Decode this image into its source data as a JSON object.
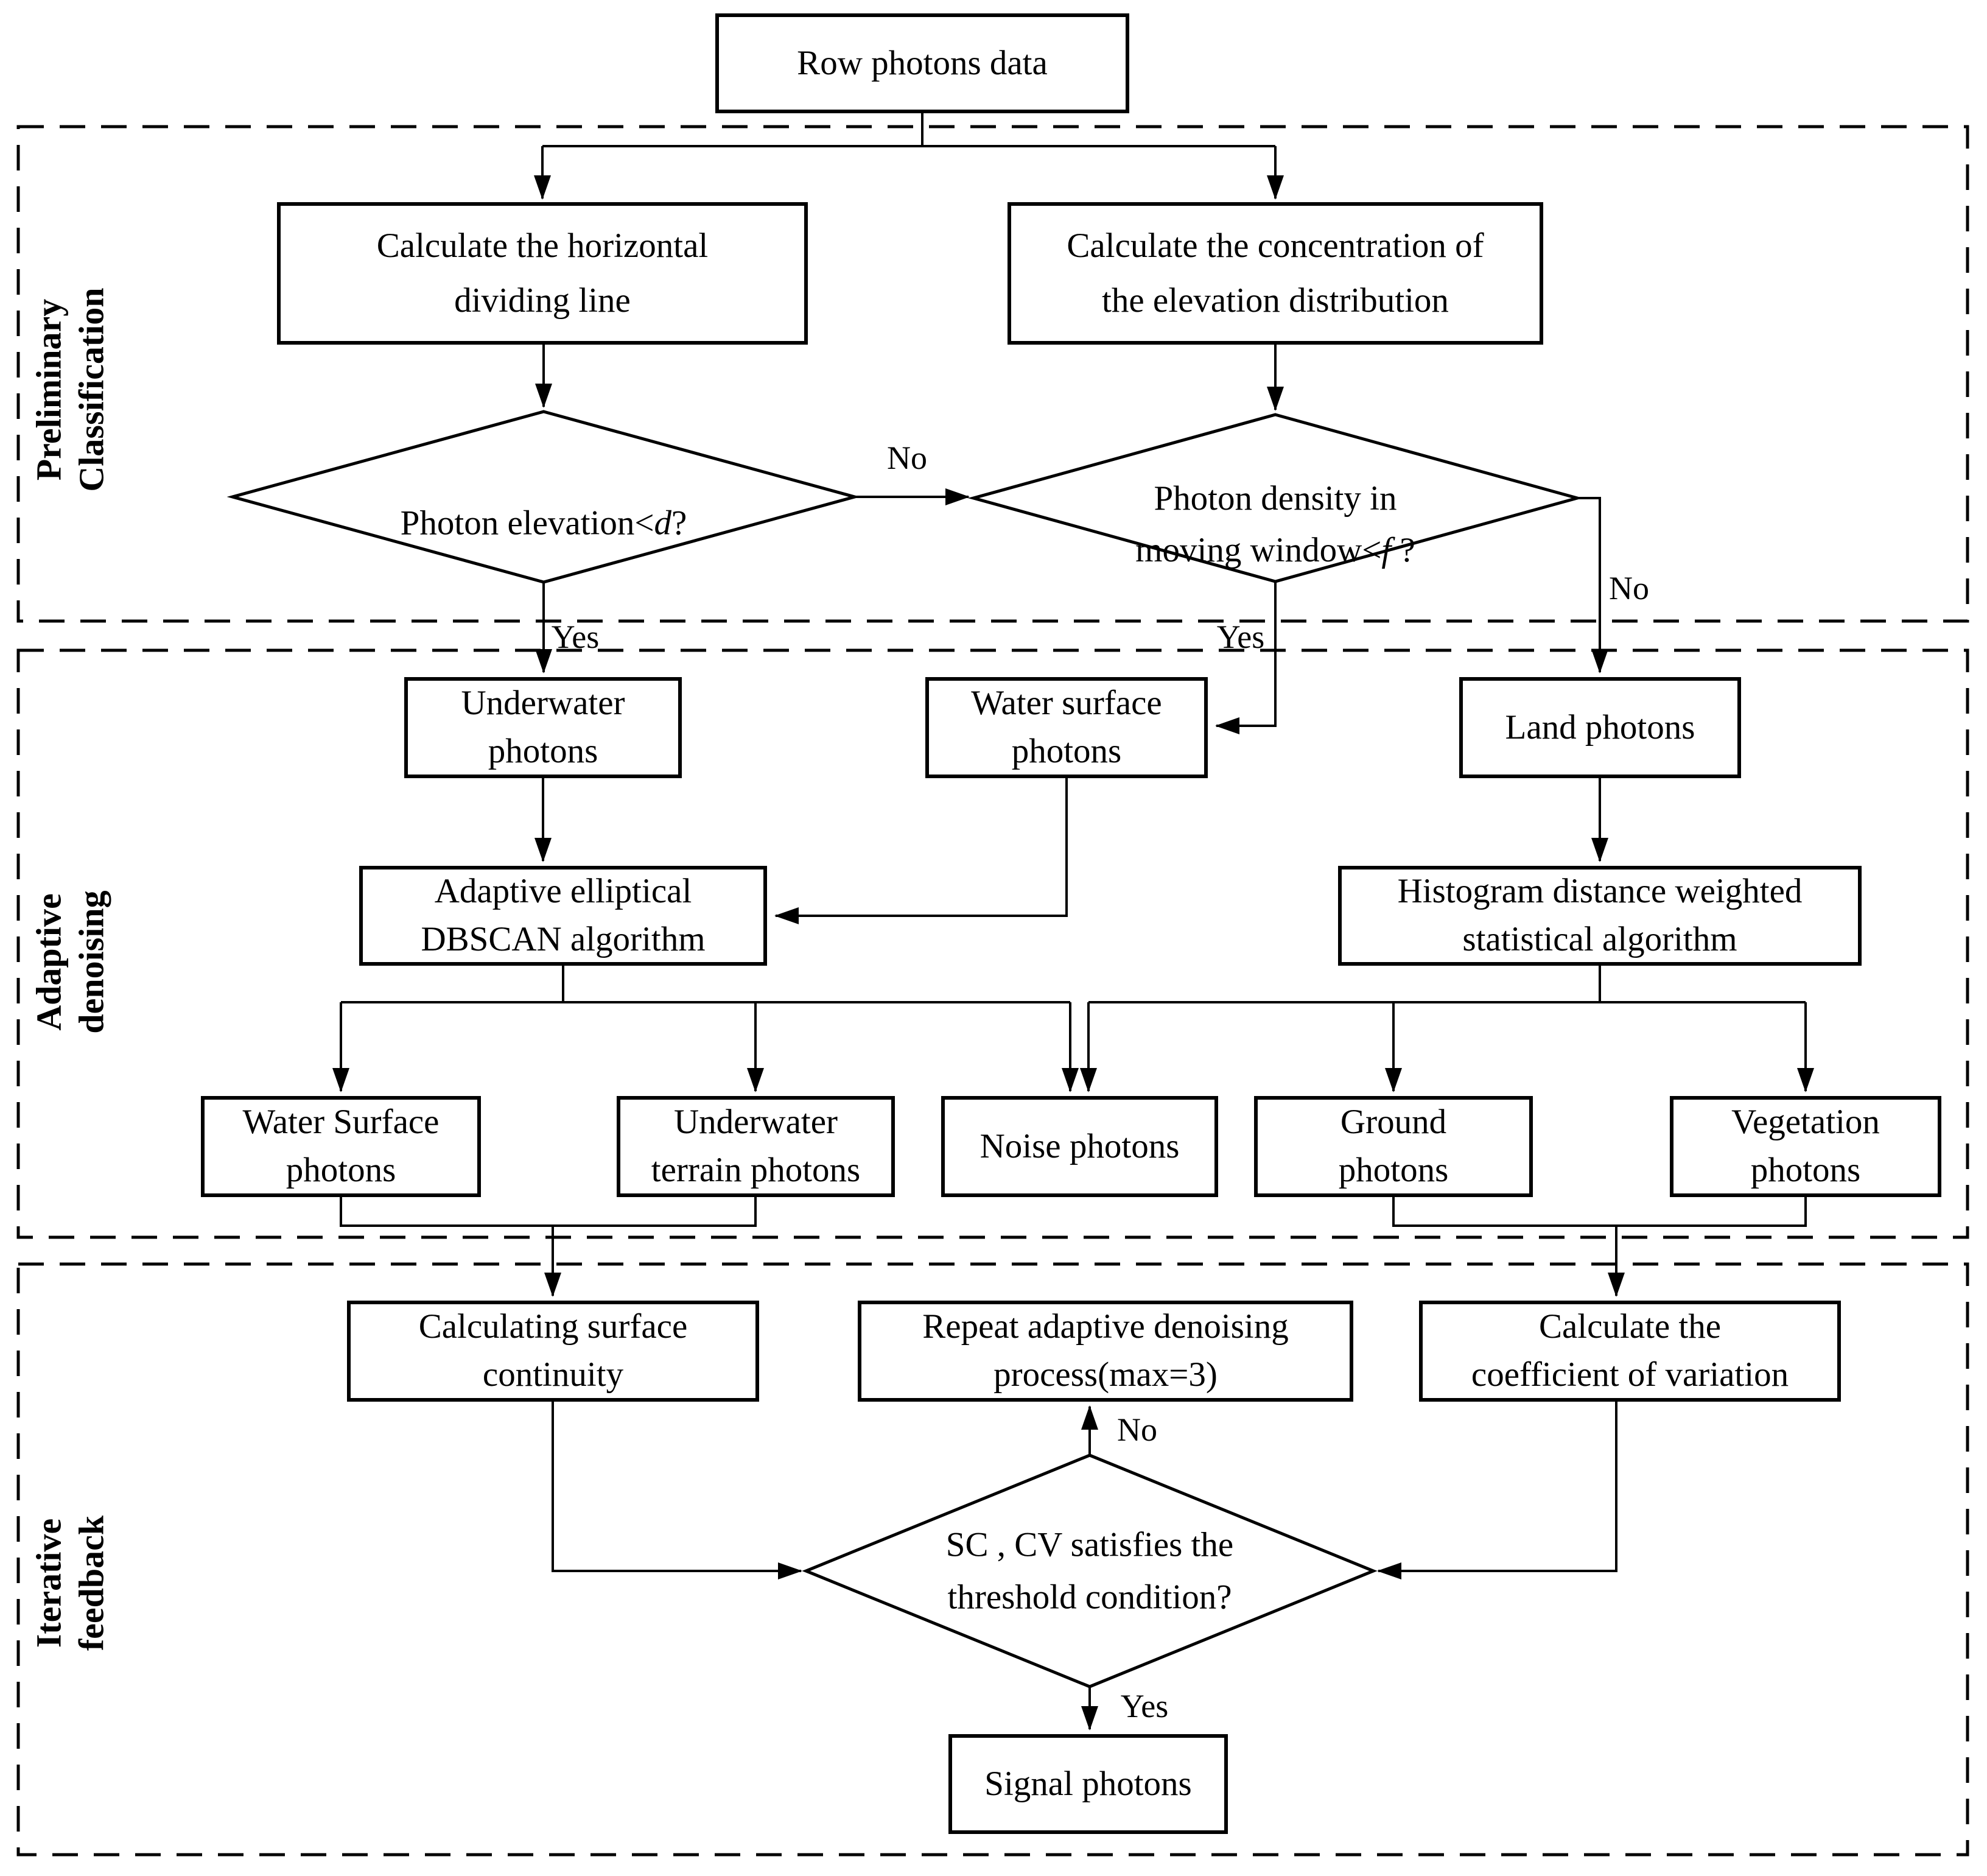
{
  "figure": {
    "type": "flowchart",
    "colors": {
      "line": "#000000",
      "background": "#ffffff",
      "text": "#000000"
    }
  },
  "sections": {
    "preliminary": {
      "label": "Preliminary\nClassification"
    },
    "adaptive": {
      "label": "Adaptive\ndenoising"
    },
    "iterative": {
      "label": "Iterative\nfeedback"
    }
  },
  "nodes": {
    "row_photons": {
      "label": "Row photons data"
    },
    "calc_horizontal": {
      "label": "Calculate the horizontal\ndividing line"
    },
    "calc_concentration": {
      "label": "Calculate the concentration of\nthe elevation distribution"
    },
    "photon_elevation_decision": {
      "pre": "Photon elevation<",
      "variable": "d",
      "post": "?"
    },
    "photon_density_decision": {
      "pre": "Photon density in\nmoving window<",
      "variable": "f",
      "post": " ?"
    },
    "underwater_photons": {
      "label": "Underwater\nphotons"
    },
    "water_surface_photons": {
      "label": "Water surface\nphotons"
    },
    "land_photons": {
      "label": "Land photons"
    },
    "dbscan": {
      "label": "Adaptive elliptical\nDBSCAN algorithm"
    },
    "histogram": {
      "label": "Histogram distance weighted\nstatistical algorithm"
    },
    "water_surface_out": {
      "label": "Water Surface\nphotons"
    },
    "underwater_terrain": {
      "label": "Underwater\nterrain photons"
    },
    "noise_photons": {
      "label": "Noise photons"
    },
    "ground_photons": {
      "label": "Ground\nphotons"
    },
    "vegetation_photons": {
      "label": "Vegetation\nphotons"
    },
    "calc_surface_continuity": {
      "label": "Calculating surface\ncontinuity"
    },
    "repeat_denoising": {
      "label": "Repeat adaptive denoising\nprocess(max=3)"
    },
    "calc_coeff_variation": {
      "label": "Calculate the\ncoefficient of variation"
    },
    "threshold_decision": {
      "label": "SC , CV satisfies the\nthreshold condition?"
    },
    "signal_photons": {
      "label": "Signal photons"
    }
  },
  "edge_labels": {
    "elevation_no": "No",
    "elevation_yes": "Yes",
    "density_yes": "Yes",
    "density_no": "No",
    "threshold_no": "No",
    "threshold_yes": "Yes"
  }
}
